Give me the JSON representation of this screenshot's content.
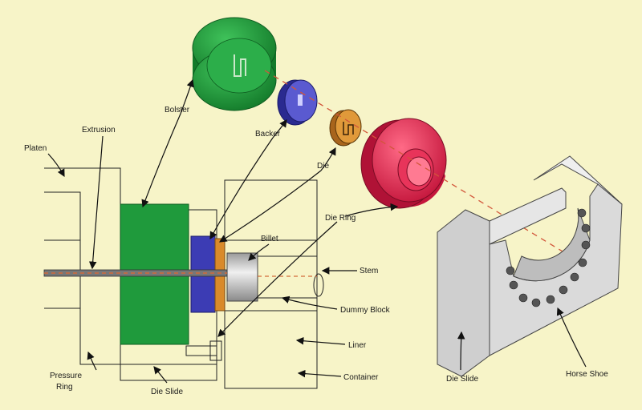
{
  "labels": {
    "platen": "Platen",
    "extrusion": "Extrusion",
    "bolster": "Bolster",
    "backer": "Backer",
    "die": "Die",
    "die_ring": "Die Ring",
    "billet": "Billet",
    "stem": "Stem",
    "dummy_block": "Dummy Block",
    "liner": "Liner",
    "container": "Container",
    "pressure_ring_1": "Pressure",
    "pressure_ring_2": "Ring",
    "die_slide_press": "Die Slide",
    "die_slide_block": "Die Slide",
    "horse_shoe": "Horse Shoe"
  },
  "colors": {
    "background": "#f7f4c8",
    "bolster": "#1f9a3c",
    "backer": "#3c3cb4",
    "die": "#d98a2a",
    "die_ring": "#e8345a",
    "steel": "#dcdcdc"
  }
}
